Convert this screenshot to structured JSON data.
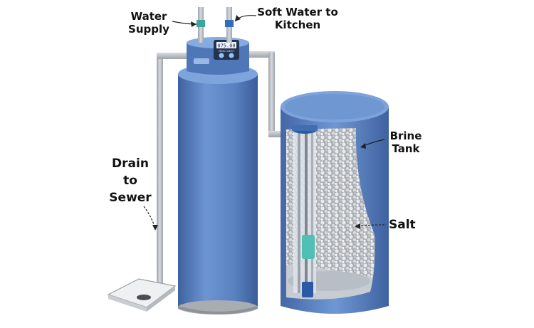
{
  "labels": {
    "water_supply": [
      "Water",
      "Supply"
    ],
    "soft_water": [
      "Soft Water to",
      "Kitchen"
    ],
    "drain": [
      "Drain",
      "to",
      "Sewer"
    ],
    "brine_tank": [
      "Brine",
      "Tank"
    ],
    "salt": "Salt"
  },
  "control_panel": {
    "display": "075.00",
    "keys": "MENU NEXT"
  },
  "colors": {
    "tank_blue": "#5b84c4",
    "tank_blue_dark": "#3d5f9a",
    "tank_blue_light": "#89aee0",
    "pipe_gray": "#b9bec4",
    "inlet_teal": "#3aa79a",
    "outlet_blue": "#2f6fb8",
    "brine_valve_teal": "#4fc0b3"
  }
}
